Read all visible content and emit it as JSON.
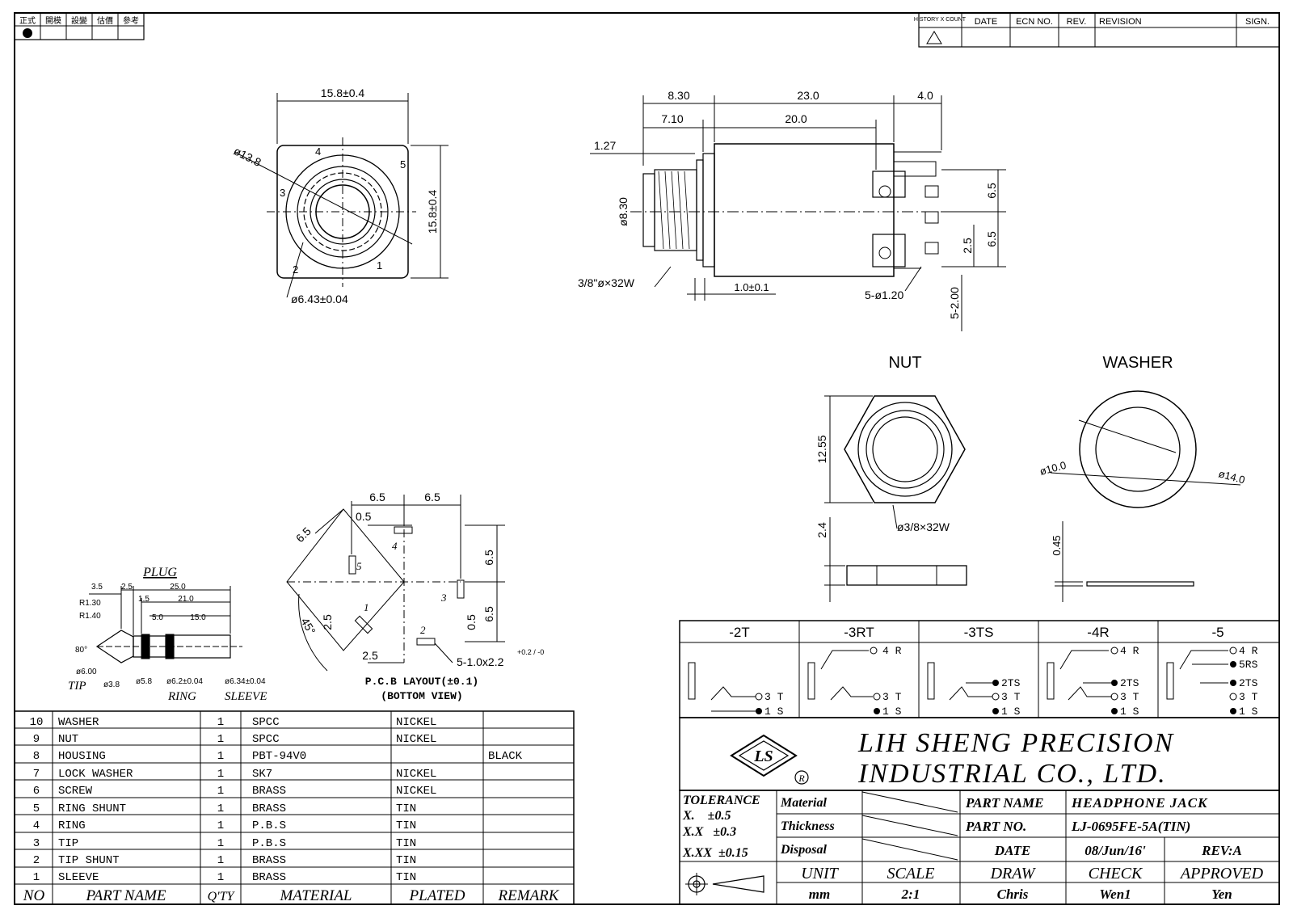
{
  "header": {
    "stamp_labels": [
      "正式",
      "開模",
      "設變",
      "估價",
      "參考"
    ],
    "history_label": "HISTORY X COUNT",
    "revision_cols": [
      "DATE",
      "ECN NO.",
      "REV.",
      "REVISION",
      "SIGN."
    ]
  },
  "front_view": {
    "width_dim": "15.8±0.4",
    "height_dim": "15.8±0.4",
    "dia_outer": "ø13.8",
    "dia_inner": "ø6.43±0.04",
    "pins": [
      "4",
      "5",
      "3",
      "2",
      "1"
    ]
  },
  "side_view": {
    "dims": [
      "8.30",
      "23.0",
      "4.0",
      "7.10",
      "20.0",
      "1.27",
      "ø8.30",
      "6.5",
      "6.5",
      "2.5",
      "1.0±0.1",
      "5-ø1.20",
      "5-2.00"
    ],
    "thread": "3/8\"ø×32W"
  },
  "nut": {
    "title": "NUT",
    "dim_h": "12.55",
    "dim_t": "2.4",
    "thread": "ø3/8×32W"
  },
  "washer": {
    "title": "WASHER",
    "dia_in": "ø10.0",
    "dia_out": "ø14.0",
    "thick": "0.45"
  },
  "plug": {
    "title": "PLUG",
    "dims": [
      "3.5",
      "2.5",
      "25.0",
      "R1.30",
      "1.5",
      "21.0",
      "R1.40",
      "5.0",
      "15.0",
      "80°",
      "ø6.00",
      "ø3.8",
      "ø5.8",
      "ø6.2±0.04",
      "ø6.34±0.04"
    ],
    "labels": [
      "TIP",
      "RING",
      "SLEEVE"
    ]
  },
  "pcb": {
    "dims": [
      "6.5",
      "6.5",
      "0.5",
      "6.5",
      "6.5",
      "6.5",
      "2.5",
      "0.5",
      "45°",
      "2.5",
      "5-1.0x2.2"
    ],
    "tol": "+0.2 / -0",
    "pins": [
      "4",
      "5",
      "1",
      "3",
      "2"
    ],
    "caption1": "P.C.B LAYOUT(±0.1)",
    "caption2": "(BOTTOM VIEW)"
  },
  "variants": [
    {
      "name": "-2T",
      "labels": [
        "3 T",
        "1 S"
      ]
    },
    {
      "name": "-3RT",
      "labels": [
        "4 R",
        "3 T",
        "1 S"
      ]
    },
    {
      "name": "-3TS",
      "labels": [
        "2TS",
        "3 T",
        "1 S"
      ]
    },
    {
      "name": "-4R",
      "labels": [
        "4 R",
        "2TS",
        "3 T",
        "1 S"
      ]
    },
    {
      "name": "-5",
      "labels": [
        "4 R",
        "5RS",
        "2TS",
        "3 T",
        "1 S"
      ]
    }
  ],
  "company": {
    "line1": "LIH SHENG PRECISION",
    "line2": "INDUSTRIAL CO., LTD."
  },
  "title_block": {
    "tolerance_title": "TOLERANCE",
    "tolerance": [
      "X.    ±0.5",
      "X.X   ±0.3",
      "X.XX  ±0.15"
    ],
    "material_label": "Material",
    "thickness_label": "Thickness",
    "disposal_label": "Disposal",
    "part_name_label": "PART NAME",
    "part_name": "HEADPHONE JACK",
    "part_no_label": "PART NO.",
    "part_no": "LJ-0695FE-5A(TIN)",
    "date_label": "DATE",
    "date": "08/Jun/16'",
    "rev": "REV:A",
    "row_heads": [
      "UNIT",
      "SCALE",
      "DRAW",
      "CHECK",
      "APPROVED"
    ],
    "row_vals": [
      "mm",
      "2:1",
      "Chris",
      "Wen1",
      "Yen"
    ]
  },
  "bom": {
    "headers": [
      "NO",
      "PART NAME",
      "Q'TY",
      "MATERIAL",
      "PLATED",
      "REMARK"
    ],
    "rows": [
      [
        "10",
        "WASHER",
        "1",
        "SPCC",
        "NICKEL",
        ""
      ],
      [
        "9",
        "NUT",
        "1",
        "SPCC",
        "NICKEL",
        ""
      ],
      [
        "8",
        "HOUSING",
        "1",
        "PBT-94V0",
        "",
        "BLACK"
      ],
      [
        "7",
        "LOCK WASHER",
        "1",
        "SK7",
        "NICKEL",
        ""
      ],
      [
        "6",
        "SCREW",
        "1",
        "BRASS",
        "NICKEL",
        ""
      ],
      [
        "5",
        "RING SHUNT",
        "1",
        "BRASS",
        "TIN",
        ""
      ],
      [
        "4",
        "RING",
        "1",
        "P.B.S",
        "TIN",
        ""
      ],
      [
        "3",
        "TIP",
        "1",
        "P.B.S",
        "TIN",
        ""
      ],
      [
        "2",
        "TIP SHUNT",
        "1",
        "BRASS",
        "TIN",
        ""
      ],
      [
        "1",
        "SLEEVE",
        "1",
        "BRASS",
        "TIN",
        ""
      ]
    ]
  }
}
